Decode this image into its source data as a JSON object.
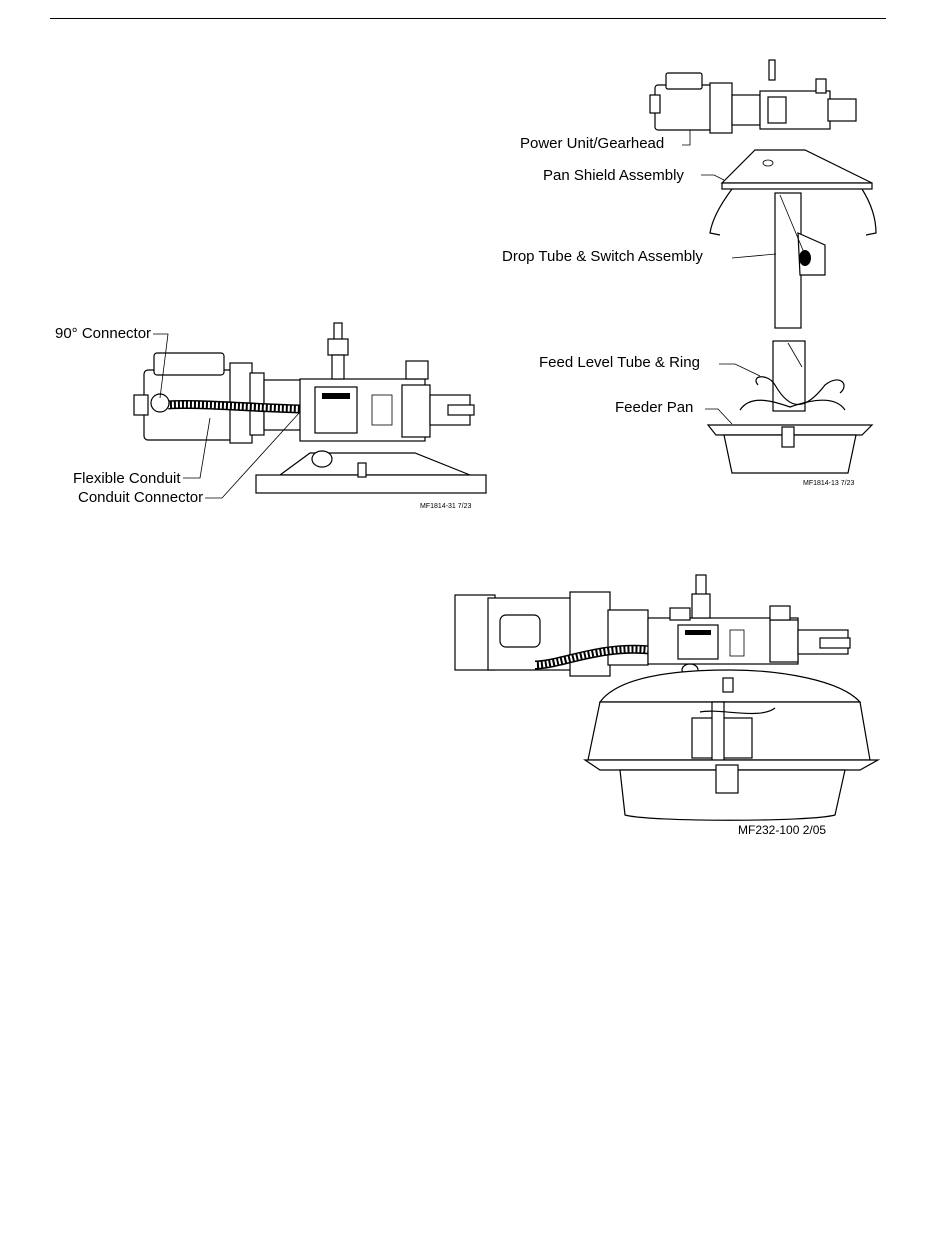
{
  "figure1": {
    "labels": {
      "connector_90": "90° Connector",
      "flexible_conduit": "Flexible Conduit",
      "conduit_connector": "Conduit Connector"
    },
    "code": "MF1814-31 7/23"
  },
  "figure2": {
    "labels": {
      "power_unit": "Power Unit/Gearhead",
      "pan_shield": "Pan Shield Assembly",
      "drop_tube": "Drop Tube & Switch Assembly",
      "feed_level": "Feed Level Tube & Ring",
      "feeder_pan": "Feeder Pan"
    },
    "code": "MF1814-13 7/23"
  },
  "figure3": {
    "code": "MF232-100 2/05"
  }
}
